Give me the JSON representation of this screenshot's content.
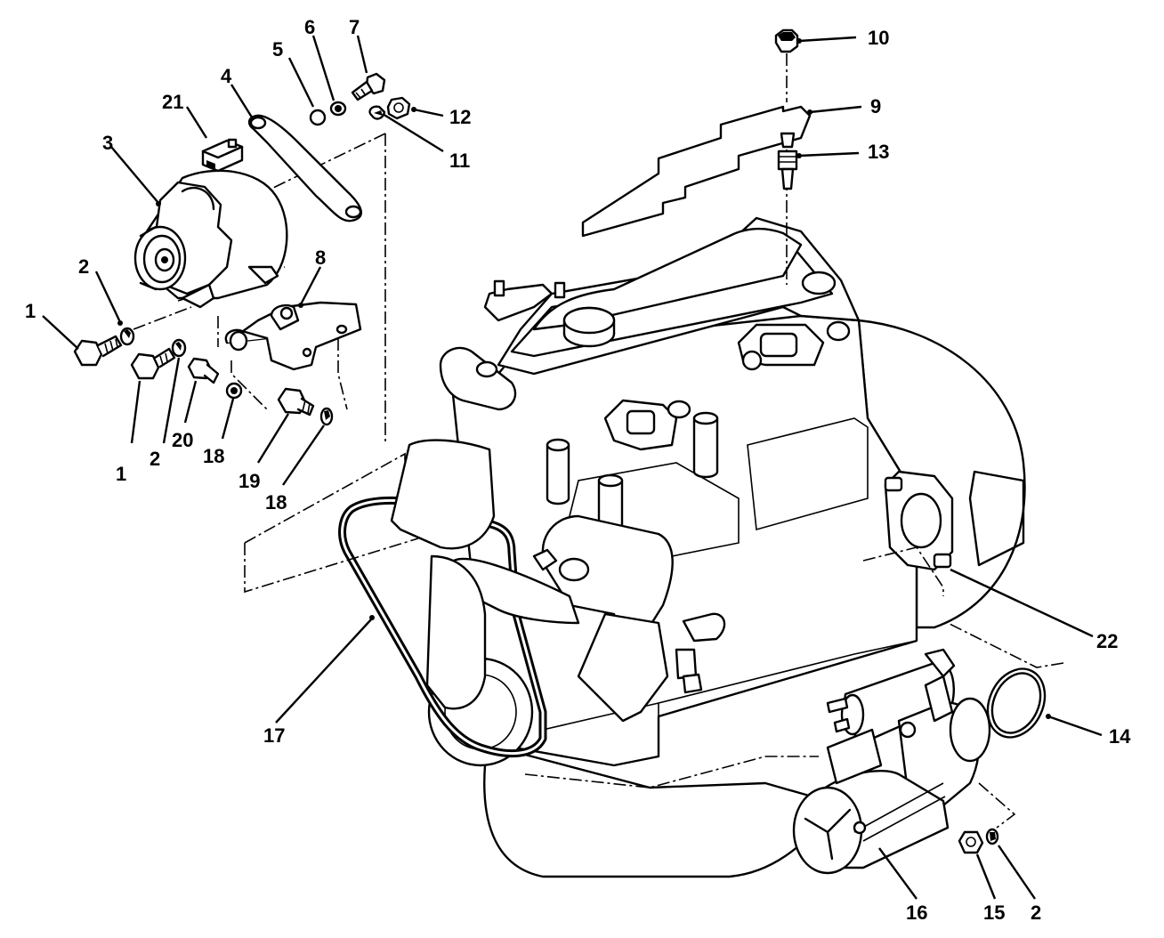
{
  "diagram": {
    "callouts": [
      {
        "id": "c1a",
        "label": "1"
      },
      {
        "id": "c2a",
        "label": "2"
      },
      {
        "id": "c3",
        "label": "3"
      },
      {
        "id": "c4",
        "label": "4"
      },
      {
        "id": "c5",
        "label": "5"
      },
      {
        "id": "c6",
        "label": "6"
      },
      {
        "id": "c7",
        "label": "7"
      },
      {
        "id": "c8",
        "label": "8"
      },
      {
        "id": "c9",
        "label": "9"
      },
      {
        "id": "c10",
        "label": "10"
      },
      {
        "id": "c11",
        "label": "11"
      },
      {
        "id": "c12",
        "label": "12"
      },
      {
        "id": "c13",
        "label": "13"
      },
      {
        "id": "c14",
        "label": "14"
      },
      {
        "id": "c15",
        "label": "15"
      },
      {
        "id": "c16",
        "label": "16"
      },
      {
        "id": "c17",
        "label": "17"
      },
      {
        "id": "c18a",
        "label": "18"
      },
      {
        "id": "c18b",
        "label": "18"
      },
      {
        "id": "c19",
        "label": "19"
      },
      {
        "id": "c20",
        "label": "20"
      },
      {
        "id": "c21",
        "label": "21"
      },
      {
        "id": "c22",
        "label": "22"
      },
      {
        "id": "c1b",
        "label": "1"
      },
      {
        "id": "c2b",
        "label": "2"
      },
      {
        "id": "c2c",
        "label": "2"
      }
    ]
  }
}
